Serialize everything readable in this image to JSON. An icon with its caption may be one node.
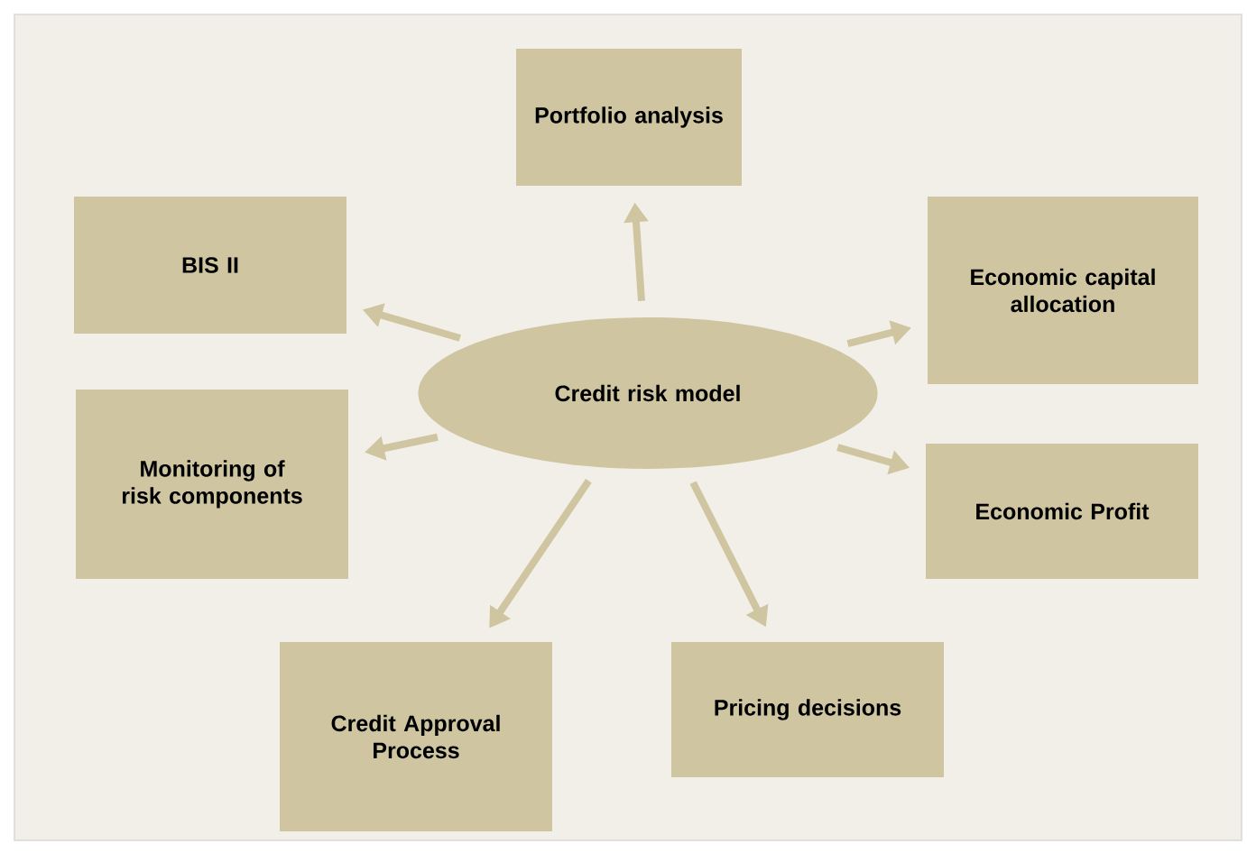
{
  "diagram": {
    "nodes": [
      {
        "text": [
          "Credit risk model"
        ]
      },
      {
        "text": [
          "Portfolio analysis"
        ]
      },
      {
        "text": [
          "BIS II"
        ]
      },
      {
        "text": [
          "Economic capital allocation"
        ]
      },
      {
        "text": [
          "Monitoring of risk components"
        ]
      },
      {
        "text": [
          "Economic Profit"
        ]
      },
      {
        "text": [
          "Credit Approval Process"
        ]
      },
      {
        "text": [
          "Pricing decisions"
        ]
      }
    ],
    "edges": [
      {
        "from": 0,
        "to": 1,
        "arrow": "to"
      },
      {
        "from": 0,
        "to": 2,
        "arrow": "to"
      },
      {
        "from": 0,
        "to": 3,
        "arrow": "to"
      },
      {
        "from": 0,
        "to": 4,
        "arrow": "to"
      },
      {
        "from": 0,
        "to": 5,
        "arrow": "to"
      },
      {
        "from": 0,
        "to": 6,
        "arrow": "to"
      },
      {
        "from": 0,
        "to": 7,
        "arrow": "to"
      }
    ]
  }
}
